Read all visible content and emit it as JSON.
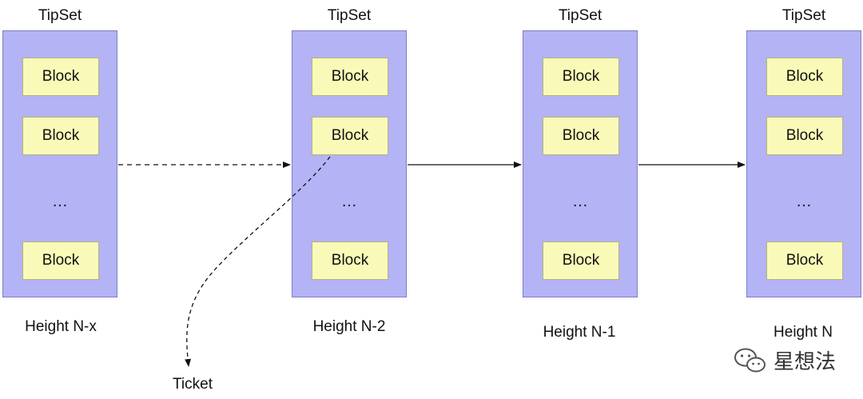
{
  "tipsets": [
    {
      "title": "TipSet",
      "blocks": [
        "Block",
        "Block",
        "Block"
      ],
      "ellipsis": "…",
      "height_label": "Height N-x"
    },
    {
      "title": "TipSet",
      "blocks": [
        "Block",
        "Block",
        "Block"
      ],
      "ellipsis": "…",
      "height_label": "Height N-2"
    },
    {
      "title": "TipSet",
      "blocks": [
        "Block",
        "Block",
        "Block"
      ],
      "ellipsis": "…",
      "height_label": "Height N-1"
    },
    {
      "title": "TipSet",
      "blocks": [
        "Block",
        "Block",
        "Block"
      ],
      "ellipsis": "…",
      "height_label": "Height N"
    }
  ],
  "ticket_label": "Ticket",
  "watermark": {
    "text": "星想法",
    "icon": "wechat-icon"
  },
  "colors": {
    "tipset_fill": "#b3b3f5",
    "block_fill": "#fafab8",
    "arrow": "#111111"
  }
}
